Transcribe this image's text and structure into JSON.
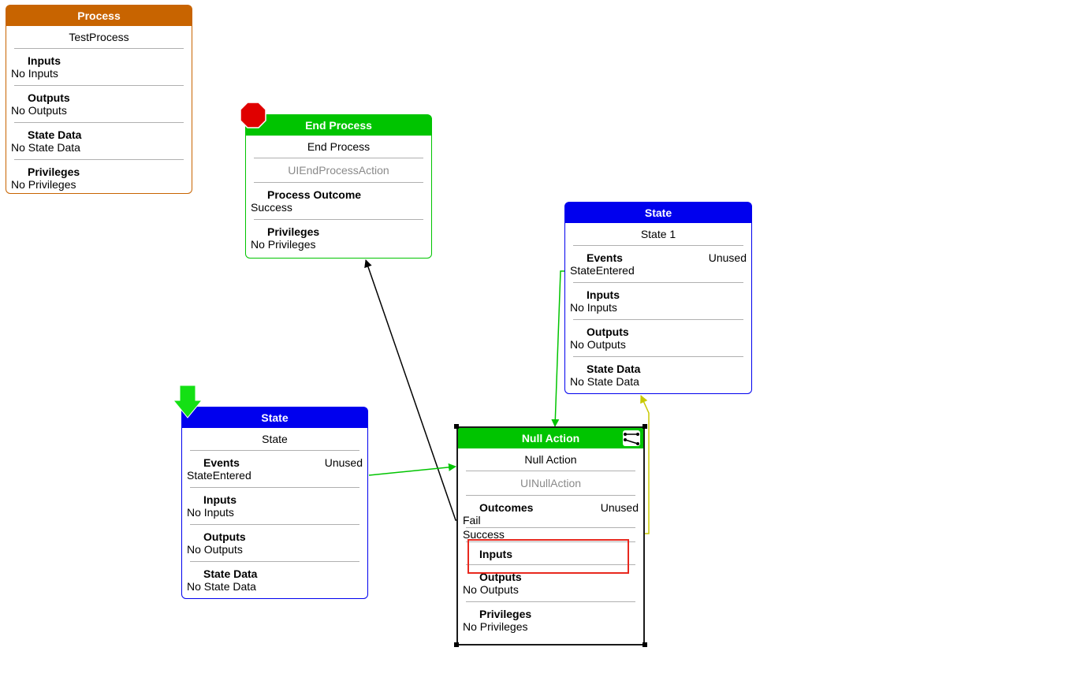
{
  "colors": {
    "process": "#c86400",
    "action": "#00c400",
    "state": "#0000ee",
    "highlight": "#e8281e",
    "edge_black": "#000000",
    "edge_green": "#00c400",
    "edge_yellow": "#c8c800"
  },
  "process_node": {
    "header": "Process",
    "name": "TestProcess",
    "sections": [
      {
        "title": "Inputs",
        "lines": [
          "No Inputs"
        ]
      },
      {
        "title": "Outputs",
        "lines": [
          "No Outputs"
        ]
      },
      {
        "title": "State Data",
        "lines": [
          "No State Data"
        ]
      },
      {
        "title": "Privileges",
        "lines": [
          "No Privileges"
        ]
      }
    ]
  },
  "end_process_node": {
    "header": "End Process",
    "icon": "stop-sign-icon",
    "name": "End Process",
    "class": "UIEndProcessAction",
    "sections": [
      {
        "title": "Process Outcome",
        "lines": [
          "Success"
        ]
      },
      {
        "title": "Privileges",
        "lines": [
          "No Privileges"
        ]
      }
    ]
  },
  "state1_node": {
    "header": "State",
    "name": "State 1",
    "sections": [
      {
        "title": "Events",
        "right": "Unused",
        "lines": [
          "StateEntered"
        ]
      },
      {
        "title": "Inputs",
        "lines": [
          "No Inputs"
        ]
      },
      {
        "title": "Outputs",
        "lines": [
          "No Outputs"
        ]
      },
      {
        "title": "State Data",
        "lines": [
          "No State Data"
        ]
      }
    ]
  },
  "state_node": {
    "header": "State",
    "icon": "start-arrow-icon",
    "name": "State",
    "sections": [
      {
        "title": "Events",
        "right": "Unused",
        "lines": [
          "StateEntered"
        ]
      },
      {
        "title": "Inputs",
        "lines": [
          "No Inputs"
        ]
      },
      {
        "title": "Outputs",
        "lines": [
          "No Outputs"
        ]
      },
      {
        "title": "State Data",
        "lines": [
          "No State Data"
        ]
      }
    ]
  },
  "null_action_node": {
    "header": "Null Action",
    "icon": "edit-transitions-icon",
    "name": "Null Action",
    "class": "UINullAction",
    "sections": [
      {
        "title": "Outcomes",
        "right": "Unused",
        "lines": [
          "Fail",
          "Success"
        ]
      },
      {
        "title": "Inputs",
        "lines": []
      },
      {
        "title": "Outputs",
        "lines": [
          "No Outputs"
        ]
      },
      {
        "title": "Privileges",
        "lines": [
          "No Privileges"
        ]
      }
    ]
  }
}
